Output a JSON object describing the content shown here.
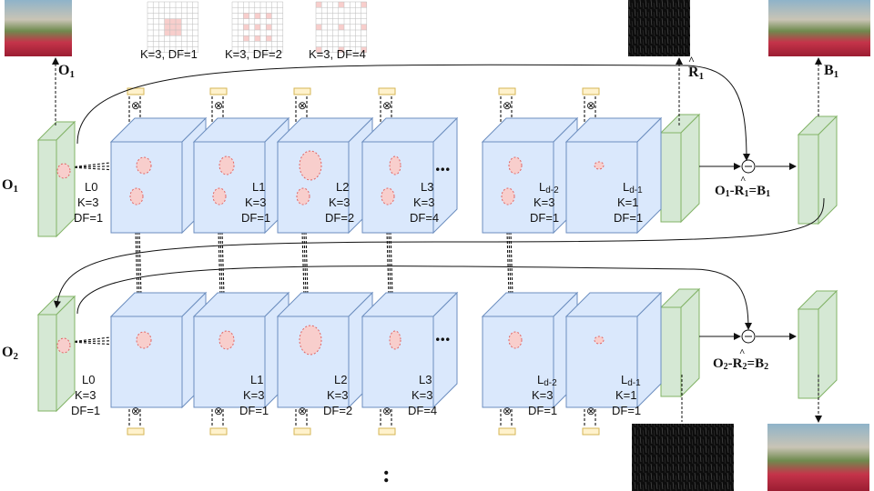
{
  "diagram": {
    "inputs": [
      "O",
      "O"
    ],
    "outputs": [
      "O",
      "B"
    ],
    "input_subs": [
      "1",
      "2"
    ],
    "output_labels": [
      "R",
      "B"
    ],
    "output_subs": [
      "1",
      "1"
    ],
    "dilation_examples": [
      "K=3, DF=1",
      "K=3, DF=2",
      "K=3, DF=4"
    ],
    "ellipsis": "...",
    "vertical_ellipsis": ":",
    "equations": [
      {
        "o": "O",
        "os": "1",
        "r": "R",
        "rs": "1",
        "b": "B",
        "bs": "1",
        "minus": "-",
        "eq": "="
      },
      {
        "o": "O",
        "os": "2",
        "r": "R",
        "rs": "2",
        "b": "B",
        "bs": "2",
        "minus": "-",
        "eq": "="
      }
    ],
    "hat": "^",
    "top_layers": [
      {
        "name": "L0",
        "k": "K=3",
        "df": "DF=1"
      },
      {
        "name": "L1",
        "k": "K=3",
        "df": "DF=1"
      },
      {
        "name": "L2",
        "k": "K=3",
        "df": "DF=2"
      },
      {
        "name": "L3",
        "k": "K=3",
        "df": "DF=4"
      },
      {
        "name": "L",
        "sub": "d-2",
        "k": "K=3",
        "df": "DF=1"
      },
      {
        "name": "L",
        "sub": "d-1",
        "k": "K=1",
        "df": "DF=1"
      }
    ],
    "bottom_layers": [
      {
        "name": "L0",
        "k": "K=3",
        "df": "DF=1"
      },
      {
        "name": "L1",
        "k": "K=3",
        "df": "DF=1"
      },
      {
        "name": "L2",
        "k": "K=3",
        "df": "DF=2"
      },
      {
        "name": "L3",
        "k": "K=3",
        "df": "DF=4"
      },
      {
        "name": "L",
        "sub": "d-2",
        "k": "K=3",
        "df": "DF=1"
      },
      {
        "name": "L",
        "sub": "d-1",
        "k": "K=1",
        "df": "DF=1"
      }
    ],
    "multiply_symbol": "⊗",
    "minus_symbol": "−",
    "colors": {
      "conv_face": "#dae8fc",
      "conv_edge": "#6c8ebf",
      "feature_face": "#d5e8d4",
      "feature_edge": "#82b366",
      "receptive": "#f8cecc",
      "receptive_edge": "#e06666",
      "gate": "#fff2cc",
      "gate_edge": "#d6b656"
    }
  }
}
